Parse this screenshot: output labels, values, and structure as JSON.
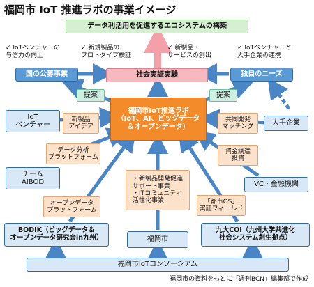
{
  "title": "福岡市 IoT 推進ラボの事業イメージ",
  "top_goal": "データ利活用を促進するエコシステムの構築",
  "checks": [
    "✓ IoTベンチャーの\n与信力の向上",
    "✓ 新規製品の\nプロトタイプ検証",
    "✓ 新製品・\nサービスの創出",
    "✓ IoTベンチャーと\n大手企業の連携"
  ],
  "left_project": "国の公募事業",
  "center_demo": "社会実証実験",
  "right_needs": "独自のニーズ",
  "propose_left": "提案",
  "propose_right": "提案",
  "center_lab": "福岡市IoT推進ラボ\n（IoT、AI、ビッグデータ\n＆オープンデータ）",
  "iot_venture": "IoT\nベンチャー",
  "new_product": "新製品\nアイデア",
  "joint_dev": "共同開発\nマッチング",
  "big_company": "大手企業",
  "data_platform": "データ分析\nプラットフォーム",
  "funding": "資金調達\n投資",
  "team_aibod": "チーム\nAIBOD",
  "vc_finance": "VC・金融機関",
  "business_support": "・新製品開発促進\nサポート事業\n・ITコミュニティ\n活性化事業",
  "open_data_platform": "オープンデータ\nプラットフォーム",
  "city_os": "「都市OS」\n実証フィールド",
  "bodik": "BODIK（ビッグデータ＆\nオープンデータ研究会in九州）",
  "fukuoka_city": "福岡市",
  "kyudai": "九大COI（九州大学共進化\n社会システム創生拠点）",
  "consortium": "福岡市IoTコンソーシアム",
  "credit": "福岡市の資料をもとに「週刊BCN」編集部で作成",
  "colors": {
    "blue": "#5b9bd5",
    "blue_dark": "#2e6aa8",
    "orange": "#f38b2a",
    "pink": "#f6b9bf",
    "green": "#d6efd2",
    "peach": "#fde2cb"
  }
}
